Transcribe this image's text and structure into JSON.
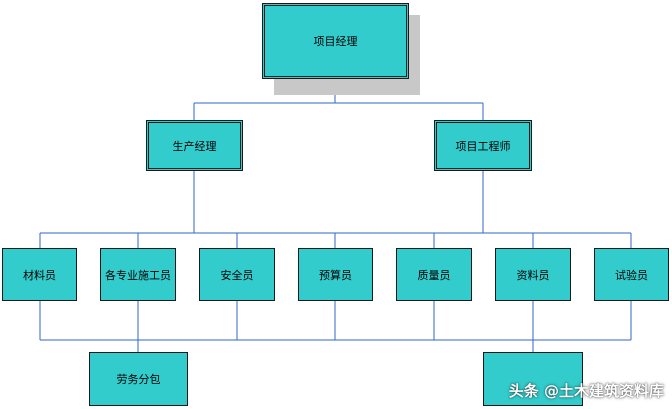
{
  "chart": {
    "top": "项目经理",
    "level2": [
      "生产经理",
      "项目工程师"
    ],
    "level3": [
      "材料员",
      "各专业施工员",
      "安全员",
      "预算员",
      "质量员",
      "资料员",
      "试验员"
    ],
    "level4": [
      "劳务分包",
      ""
    ]
  },
  "watermark": "头条 @土木建筑资料库",
  "colors": {
    "box_fill": "#33CCCC",
    "line": "#3366CC",
    "shadow": "#C8C8C8",
    "border": "#1A1A1A"
  }
}
